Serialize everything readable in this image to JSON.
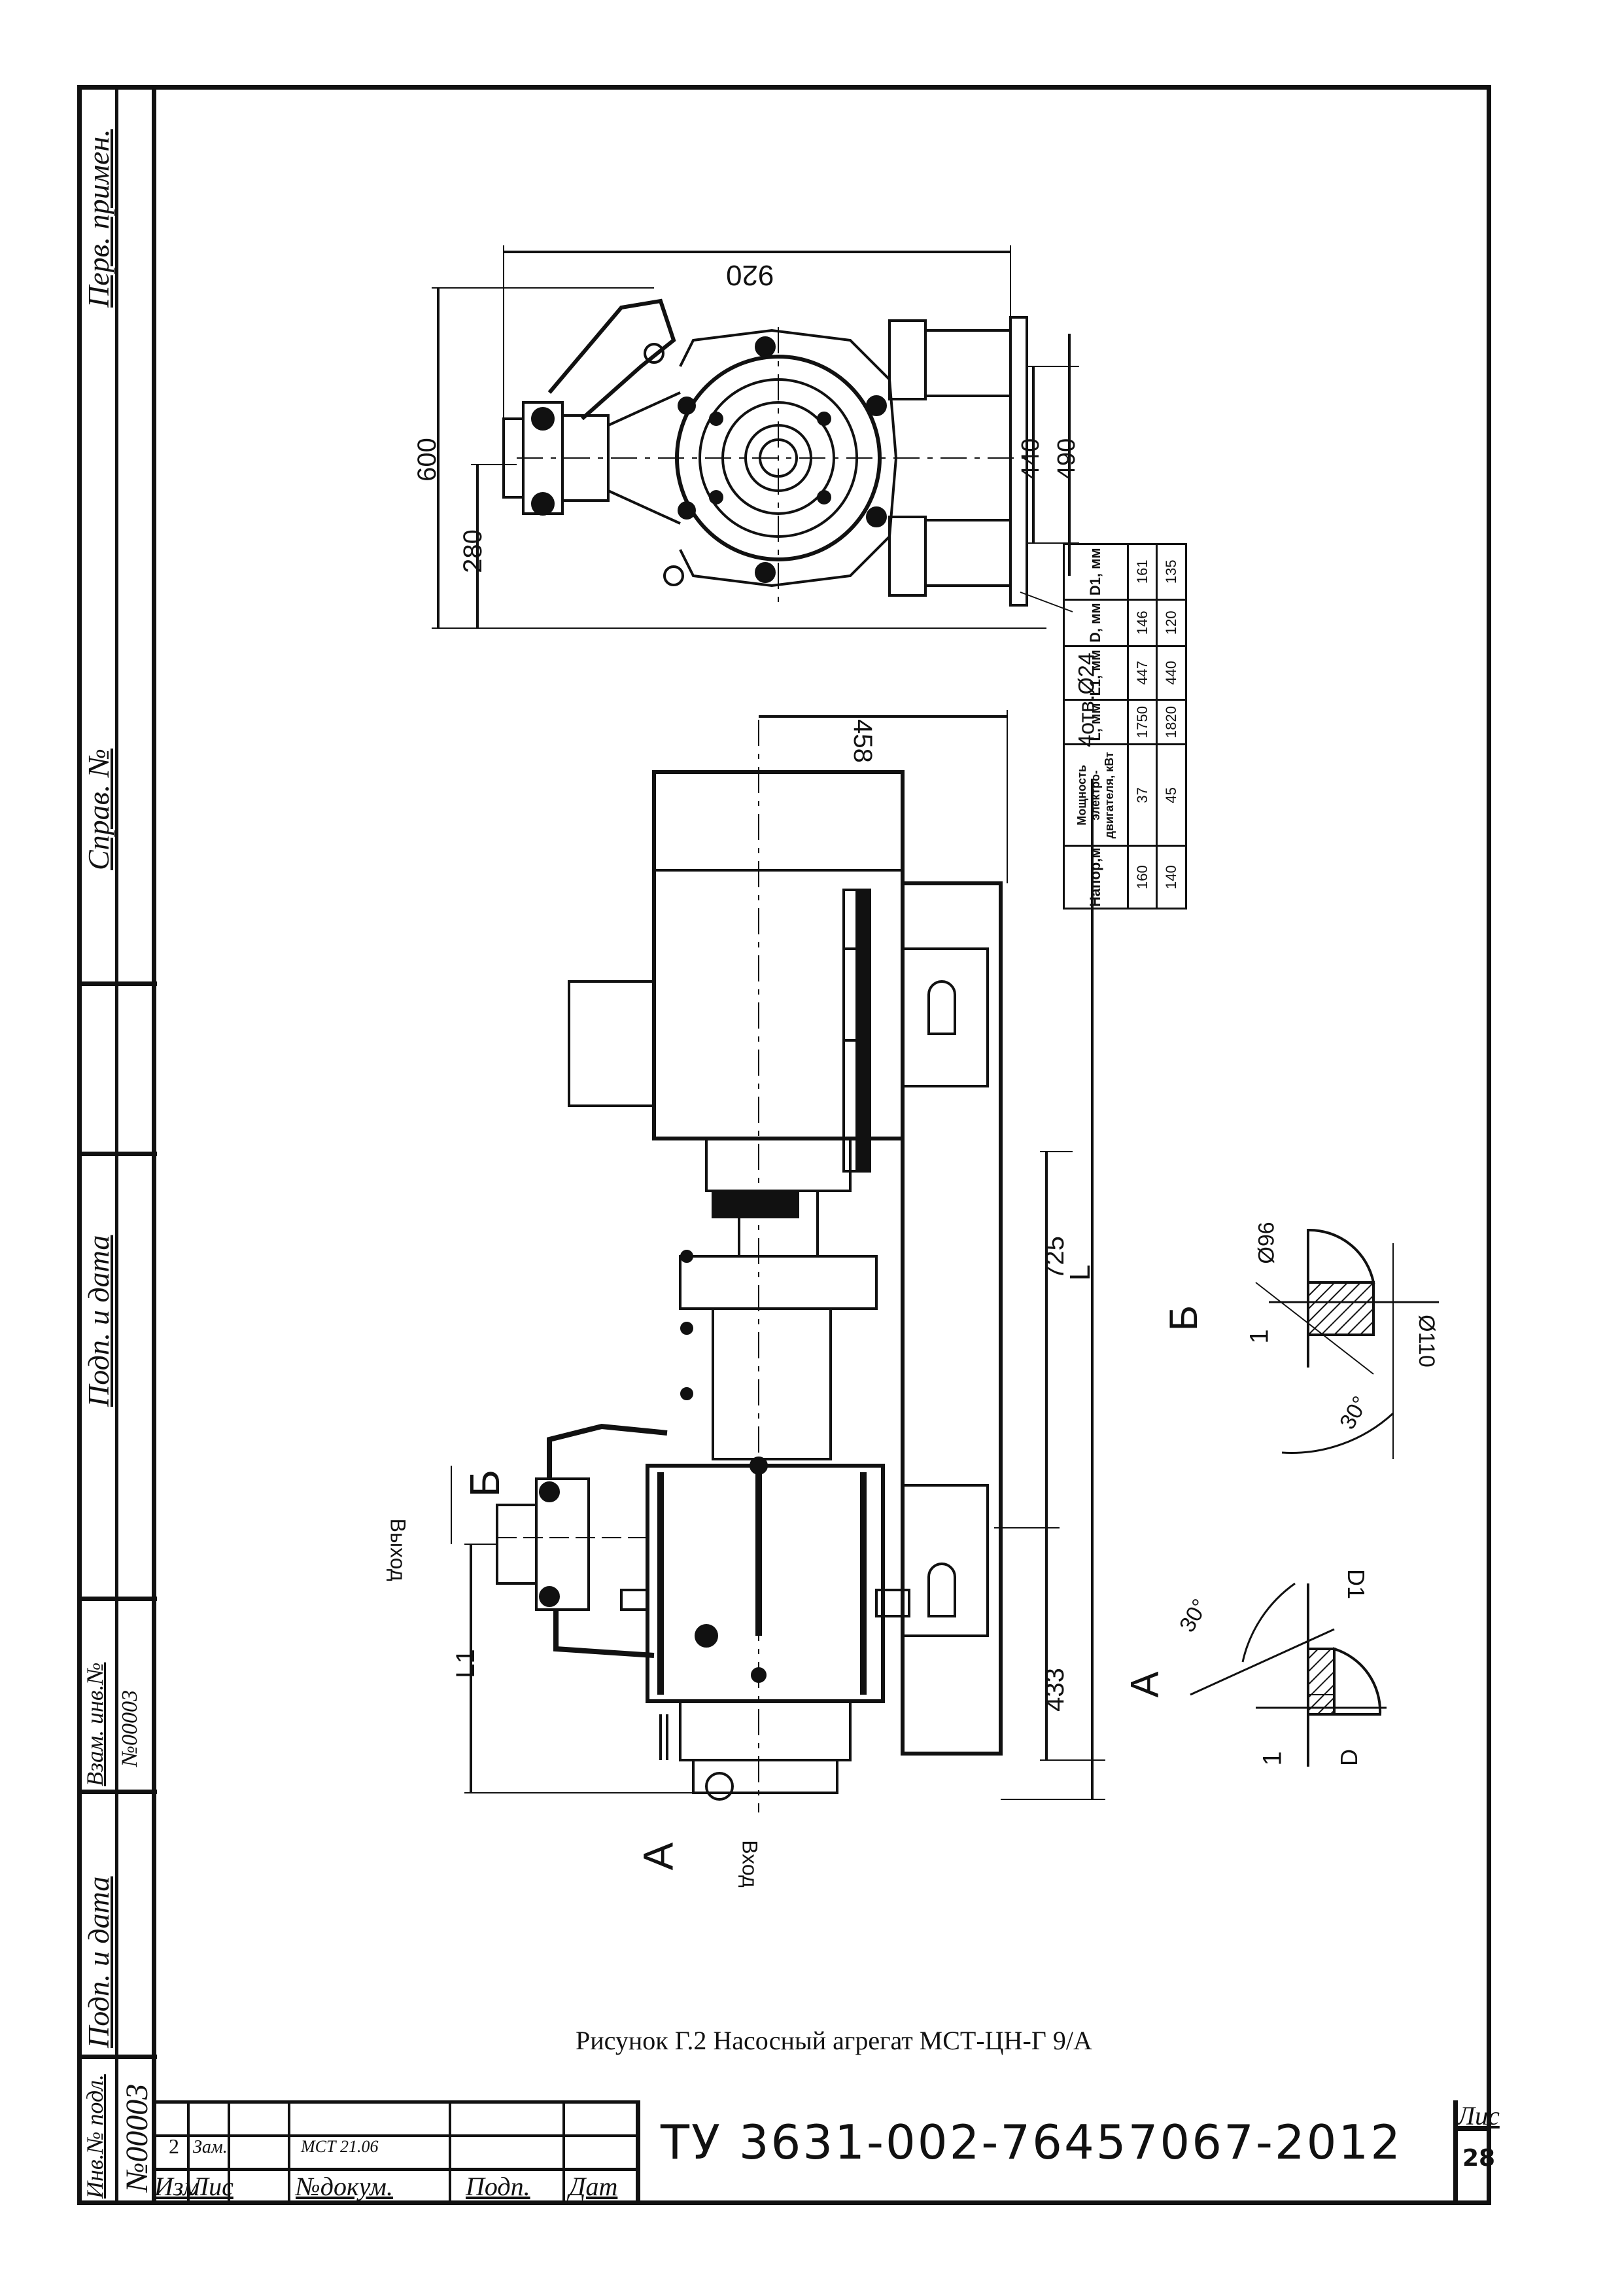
{
  "side_strip": {
    "perv_primen": "Перв. примен.",
    "sprav_no": "Справ. №",
    "podp_data_top": "Подп. и дата",
    "vzam_inv": "Взам. инв.№",
    "vzam_inv_value": "№00003",
    "podp_data_bottom": "Подп. и дата",
    "inv_podl": "Инв.№ подл.",
    "inv_podl_value": "№00003"
  },
  "drawing": {
    "caption": "Рисунок Г.2 Насосный агрегат МСТ-ЦН-Г 9/А",
    "dim_920": "920",
    "dim_600": "600",
    "dim_280": "280",
    "dim_440": "440",
    "dim_490": "490",
    "holes": "4отв.Ø24",
    "dim_458": "458",
    "dim_725": "725",
    "dim_433": "433",
    "dim_L": "L",
    "dim_L1": "L1",
    "label_B": "Б",
    "label_A": "А",
    "vyhod": "Выход",
    "vhod": "Вход",
    "d96": "Ø96",
    "d110": "Ø110",
    "angle_b": "30°",
    "angle_a": "30°",
    "d_label": "D",
    "d1_label": "D1",
    "one_b": "1",
    "one_a": "1"
  },
  "spec_table": {
    "headers": [
      "Напор,м",
      "Мощность электро-двигателя, кВт",
      "L, мм",
      "L1, мм",
      "D, мм",
      "D1, мм"
    ],
    "rows": [
      [
        "160",
        "37",
        "1750",
        "447",
        "146",
        "161"
      ],
      [
        "140",
        "45",
        "1820",
        "440",
        "120",
        "135"
      ]
    ]
  },
  "title_block": {
    "doc_number": "ТУ 3631-002-76457067-2012",
    "list_label": "Лис",
    "list_value": "28",
    "change_num": "2",
    "change_type": "Зам.",
    "change_doc": "МСТ 21.06",
    "col_izm": "Изм",
    "col_list": "Лис",
    "col_ndoc": "№докум.",
    "col_podp": "Подп.",
    "col_data": "Дат"
  }
}
